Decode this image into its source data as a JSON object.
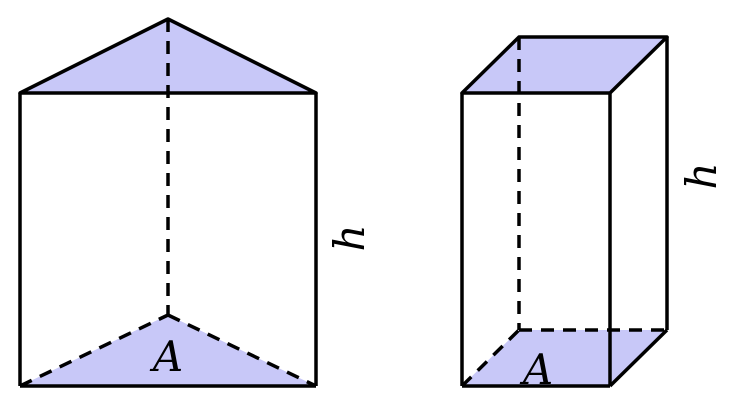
{
  "colors": {
    "face_fill": "#c8c8f8",
    "stroke": "#000000",
    "background": "#ffffff"
  },
  "triangular_prism": {
    "base_label": "A",
    "height_label": "h"
  },
  "rectangular_prism": {
    "base_label": "A",
    "height_label": "h"
  }
}
